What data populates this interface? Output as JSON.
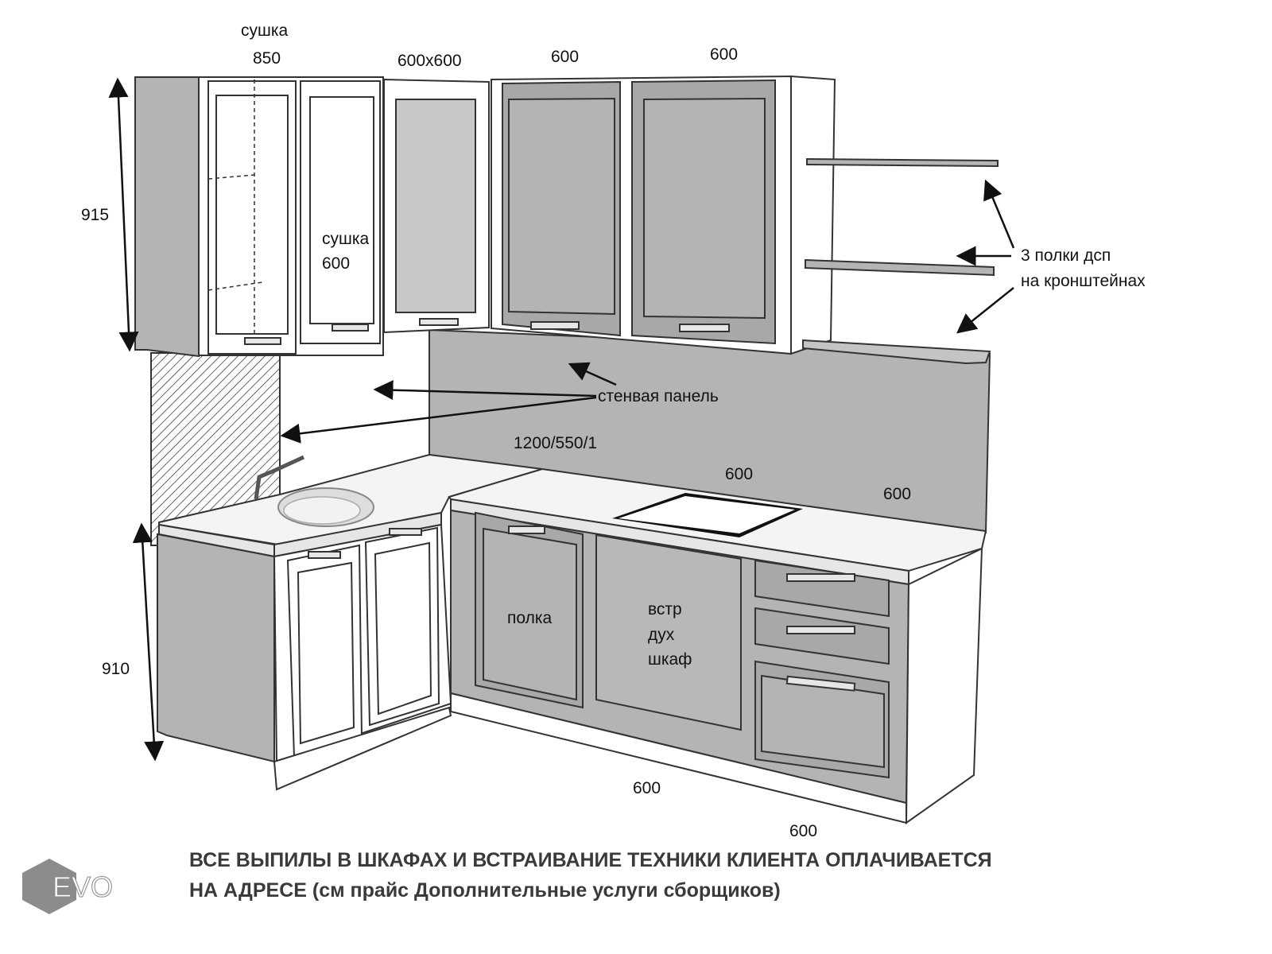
{
  "labels": {
    "dryer_top": "сушка",
    "width_850": "850",
    "corner_600x600": "600x600",
    "upper_600_a": "600",
    "upper_600_b": "600",
    "height_upper": "915",
    "dryer_inner_1": "сушка",
    "dryer_inner_2": "600",
    "shelves_1": "3 полки дсп",
    "shelves_2": "на кронштейнах",
    "wall_panel": "стенвая панель",
    "panel_size": "1200/550/1",
    "counter_600_a": "600",
    "counter_600_b": "600",
    "shelf": "полка",
    "oven_1": "встр",
    "oven_2": "дух",
    "oven_3": "шкаф",
    "height_lower": "910",
    "bottom_600_a": "600",
    "bottom_600_b": "600"
  },
  "footer": {
    "line1": "ВСЕ ВЫПИЛЫ В ШКАФАХ И ВСТРАИВАНИЕ ТЕХНИКИ КЛИЕНТА ОПЛАЧИВАЕТСЯ",
    "line2": "НА АДРЕСЕ (см прайс Дополнительные услуги сборщиков)"
  },
  "logo": {
    "text": "EVO"
  }
}
